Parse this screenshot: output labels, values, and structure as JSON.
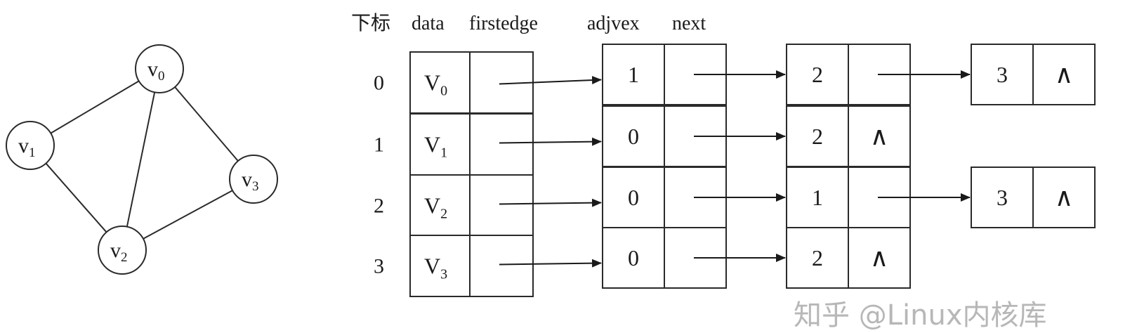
{
  "graph": {
    "nodes": [
      {
        "id": "v0",
        "base": "v",
        "sub": "0"
      },
      {
        "id": "v1",
        "base": "v",
        "sub": "1"
      },
      {
        "id": "v2",
        "base": "v",
        "sub": "2"
      },
      {
        "id": "v3",
        "base": "v",
        "sub": "3"
      }
    ],
    "edges": [
      [
        "v0",
        "v1"
      ],
      [
        "v0",
        "v2"
      ],
      [
        "v0",
        "v3"
      ],
      [
        "v1",
        "v2"
      ],
      [
        "v2",
        "v3"
      ]
    ]
  },
  "table": {
    "headers": {
      "index": "下标",
      "data": "data",
      "firstedge": "firstedge",
      "adjvex": "adjvex",
      "next": "next"
    },
    "rows": [
      {
        "index": "0",
        "data_base": "V",
        "data_sub": "0",
        "adj": [
          "1",
          "2",
          "3"
        ]
      },
      {
        "index": "1",
        "data_base": "V",
        "data_sub": "1",
        "adj": [
          "0",
          "2"
        ]
      },
      {
        "index": "2",
        "data_base": "V",
        "data_sub": "2",
        "adj": [
          "0",
          "1",
          "3"
        ]
      },
      {
        "index": "3",
        "data_base": "V",
        "data_sub": "3",
        "adj": [
          "0",
          "2"
        ]
      }
    ],
    "null_symbol": "∧"
  },
  "watermark": "知乎 @Linux内核库"
}
